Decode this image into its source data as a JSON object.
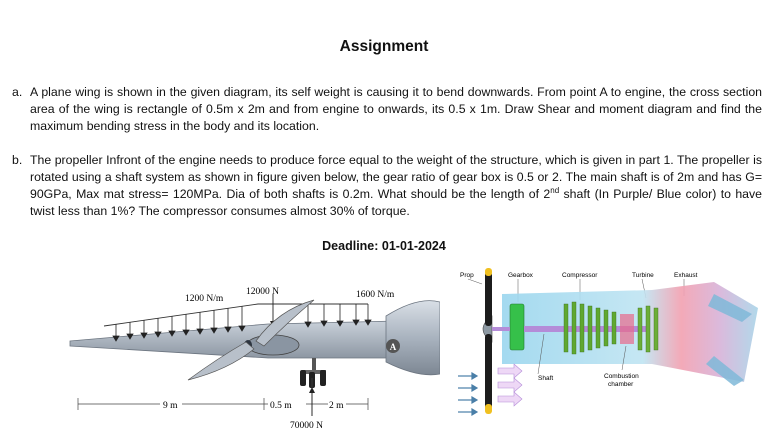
{
  "title": "Assignment",
  "question_a": {
    "label": "a.",
    "text": "A plane wing is shown in the given diagram, its self weight is causing it to bend downwards. From point A to engine, the cross section area of the wing is rectangle of 0.5m x 2m and from engine to      onwards, its 0.5 x 1m. Draw  Shear  and  moment diagram and find the maximum bending stress in the body and its location."
  },
  "question_b": {
    "label": "b.",
    "text_before_sup": "The propeller Infront of the engine needs to produce force equal to the weight of the structure, which is given in part 1. The propeller is rotated using a shaft system as shown in figure given below, the gear ratio of gear box is 0.5 or 2. The main shaft is of 2m and has G= 90GPa, Max mat stress= 120MPa. Dia of both shafts is 0.2m. What should be the length of 2",
    "superscript": "nd",
    "text_after_sup": " shaft (In Purple/ Blue color) to have twist less than 1%? The compressor consumes almost 30% of torque."
  },
  "deadline": "Deadline: 01-01-2024",
  "wing_figure": {
    "load_left": "1200 N/m",
    "load_resultant": "12000 N",
    "load_right": "1600 N/m",
    "point_label": "A",
    "dim_left": "9 m",
    "dim_mid": "0.5 m",
    "dim_right": "2 m",
    "reaction": "70000 N"
  },
  "engine_figure": {
    "labels": {
      "prop": "Prop",
      "gearbox": "Gearbox",
      "compressor": "Compressor",
      "turbine": "Turbine",
      "exhaust": "Exhaust",
      "shaft": "Shaft",
      "combustion_1": "Combustion",
      "combustion_2": "chamber"
    },
    "colors": {
      "intake_air": "#9ad6ee",
      "combustion": "#f2a0b0",
      "compressor": "#5fa830",
      "shaft": "#b48cd8",
      "gearbox": "#36c04a",
      "prop_tip": "#f0c020"
    }
  }
}
